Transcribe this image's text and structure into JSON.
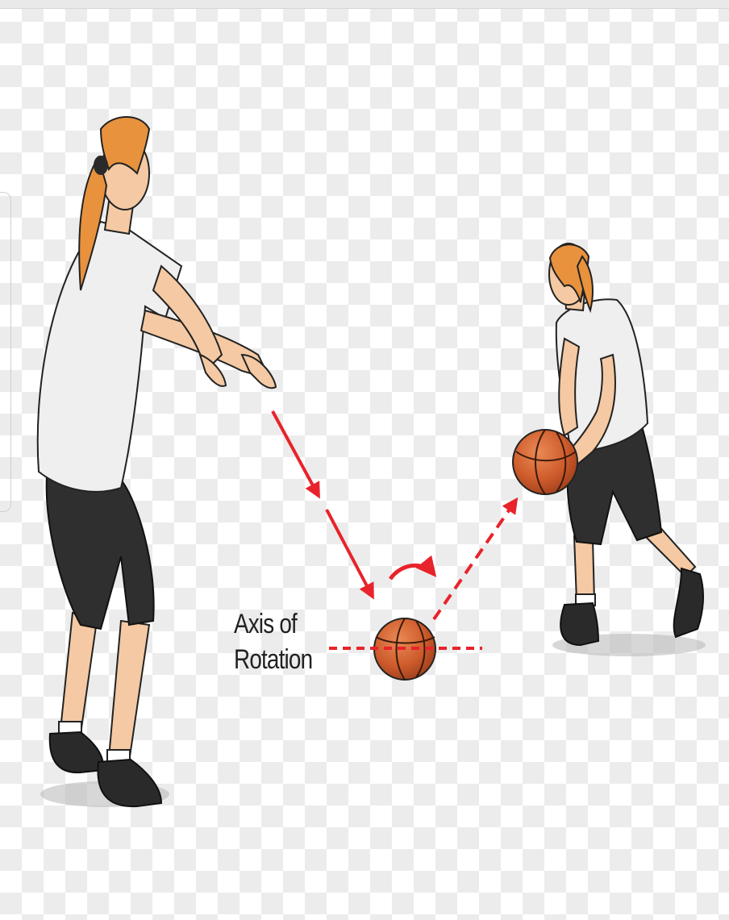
{
  "diagram": {
    "axis_label": {
      "line1": "Axis of",
      "line2": "Rotation"
    },
    "colors": {
      "arrow": "#e8232b",
      "ball": "#c9582a",
      "hair": "#e8923e",
      "skin": "#f4c9a3",
      "shirt": "#efefef",
      "shorts": "#2f2f2f"
    },
    "elements": [
      "passer-figure",
      "receiver-figure",
      "basketball-bouncing",
      "basketball-held",
      "pass-arrow-incoming",
      "pass-arrow-outgoing",
      "spin-arrow",
      "axis-line"
    ]
  }
}
